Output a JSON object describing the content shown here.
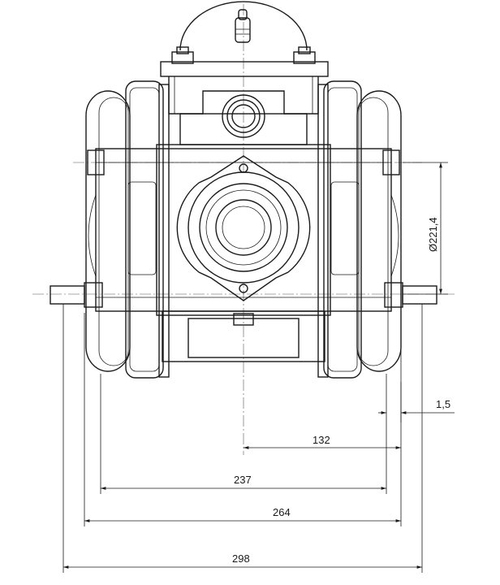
{
  "dimensions": {
    "diameter": "Ø221,4",
    "offset": "1,5",
    "half_width": "132",
    "inner_width": "237",
    "mid_width": "264",
    "overall_width": "298"
  }
}
